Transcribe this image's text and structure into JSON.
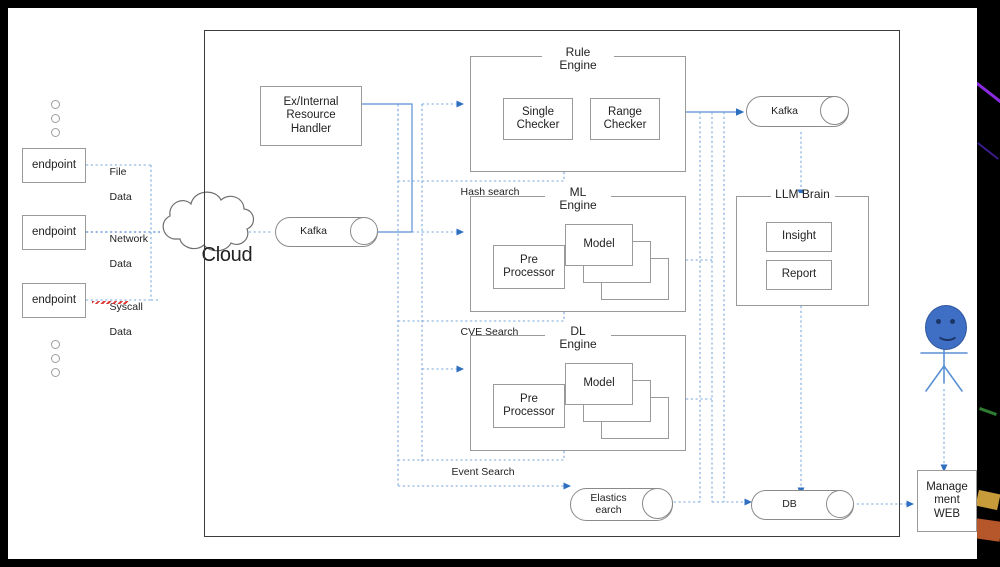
{
  "slide": {
    "background": "#ffffff",
    "frame_color": "#000000"
  },
  "left_sources": {
    "dots_top_count": 3,
    "dots_bottom_count": 3,
    "endpoints": [
      {
        "label": "endpoint",
        "data_label_line1": "File",
        "data_label_line2": "Data"
      },
      {
        "label": "endpoint",
        "data_label_line1": "Network",
        "data_label_line2": "Data"
      },
      {
        "label": "endpoint",
        "data_label_line1": "Syscall",
        "data_label_line2": "Data",
        "spellcheck_underline": true
      }
    ]
  },
  "cloud": {
    "label": "Cloud"
  },
  "ingress_queue": {
    "label": "Kafka",
    "shape": "cylinder"
  },
  "system_boundary": {
    "label": ""
  },
  "resource_handler": {
    "line1": "Ex/Internal",
    "line2": "Resource",
    "line3": "Handler"
  },
  "engines": [
    {
      "name": "rule-engine",
      "title_line1": "Rule",
      "title_line2": "Engine",
      "caption": "Hash search",
      "children": [
        {
          "line1": "Single",
          "line2": "Checker"
        },
        {
          "line1": "Range",
          "line2": "Checker"
        }
      ]
    },
    {
      "name": "ml-engine",
      "title_line1": "ML",
      "title_line2": "Engine",
      "caption": "CVE Search",
      "children": [
        {
          "line1": "Pre",
          "line2": "Processor"
        }
      ],
      "models": [
        "Model",
        "Model",
        "Model"
      ]
    },
    {
      "name": "dl-engine",
      "title_line1": "DL",
      "title_line2": "Engine",
      "caption": "Event Search",
      "children": [
        {
          "line1": "Pre",
          "line2": "Processor"
        }
      ],
      "models": [
        "Model",
        "Model",
        "Model"
      ]
    }
  ],
  "egress_queue": {
    "label": "Kafka",
    "shape": "cylinder"
  },
  "llm_brain": {
    "title": "LLM Brain",
    "children": [
      {
        "label": "Insight"
      },
      {
        "label": "Report"
      }
    ]
  },
  "stores": [
    {
      "name": "elasticsearch",
      "line1": "Elastics",
      "line2": "earch",
      "shape": "cylinder"
    },
    {
      "name": "database",
      "line1": "DB",
      "line2": "",
      "shape": "cylinder"
    }
  ],
  "management_web": {
    "line1": "Manage",
    "line2": "ment",
    "line3": "WEB"
  },
  "actor": {
    "name": "user",
    "face": "smiley"
  },
  "colors": {
    "connector_solid": "#5b8fd4",
    "connector_dashed": "#7aa8dc",
    "arrow_head": "#2f6fc0",
    "node_border": "#9a9a9a",
    "boundary_border": "#3b3b3b",
    "text": "#222222",
    "actor_fill": "#3f6fc4",
    "spell_error": "#e03b3b"
  }
}
